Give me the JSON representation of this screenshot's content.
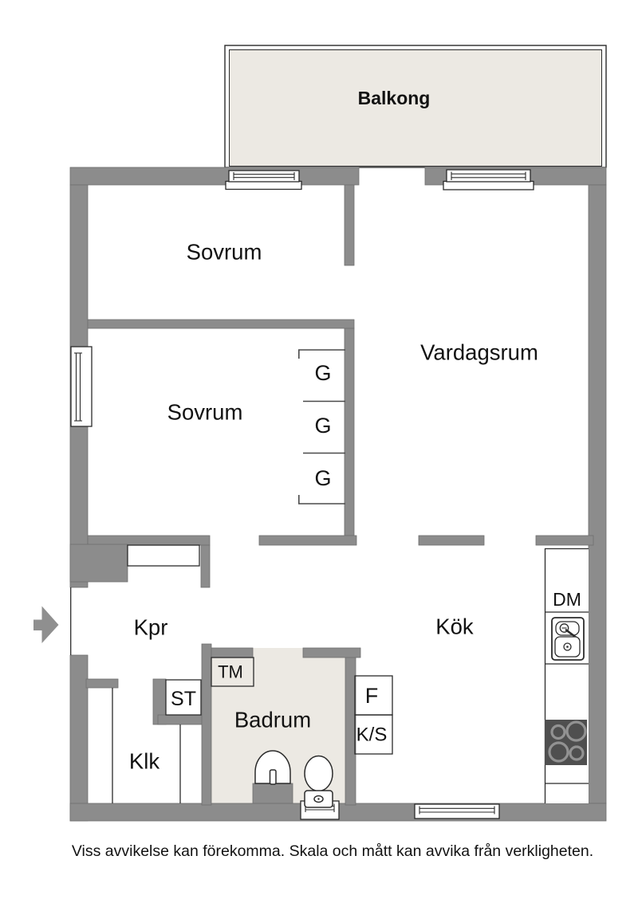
{
  "colors": {
    "wall": "#8C8C8C",
    "wall_edge": "#6E6E6E",
    "floor_beige": "#ECE9E3",
    "outline_dark": "#2B2B2B",
    "stove": "#4F4F4F",
    "burner_ring": "#929292",
    "arrow": "#8F8F8F",
    "text": "#121212"
  },
  "rooms": {
    "balcony": "Balkong",
    "bedroom_top": "Sovrum",
    "bedroom_mid": "Sovrum",
    "living_room": "Vardagsrum",
    "kitchen": "Kök",
    "hallway": "Kpr",
    "walk_in_closet": "Klk",
    "bathroom": "Badrum"
  },
  "fixtures": {
    "dishwasher": "DM",
    "washing_machine": "TM",
    "cleaning_cabinet": "ST",
    "freezer": "F",
    "fridge_cooler": "K/S",
    "wardrobes": [
      "G",
      "G",
      "G"
    ]
  },
  "footer": {
    "disclaimer": "Viss avvikelse kan förekomma. Skala och mått kan avvika från verkligheten."
  }
}
